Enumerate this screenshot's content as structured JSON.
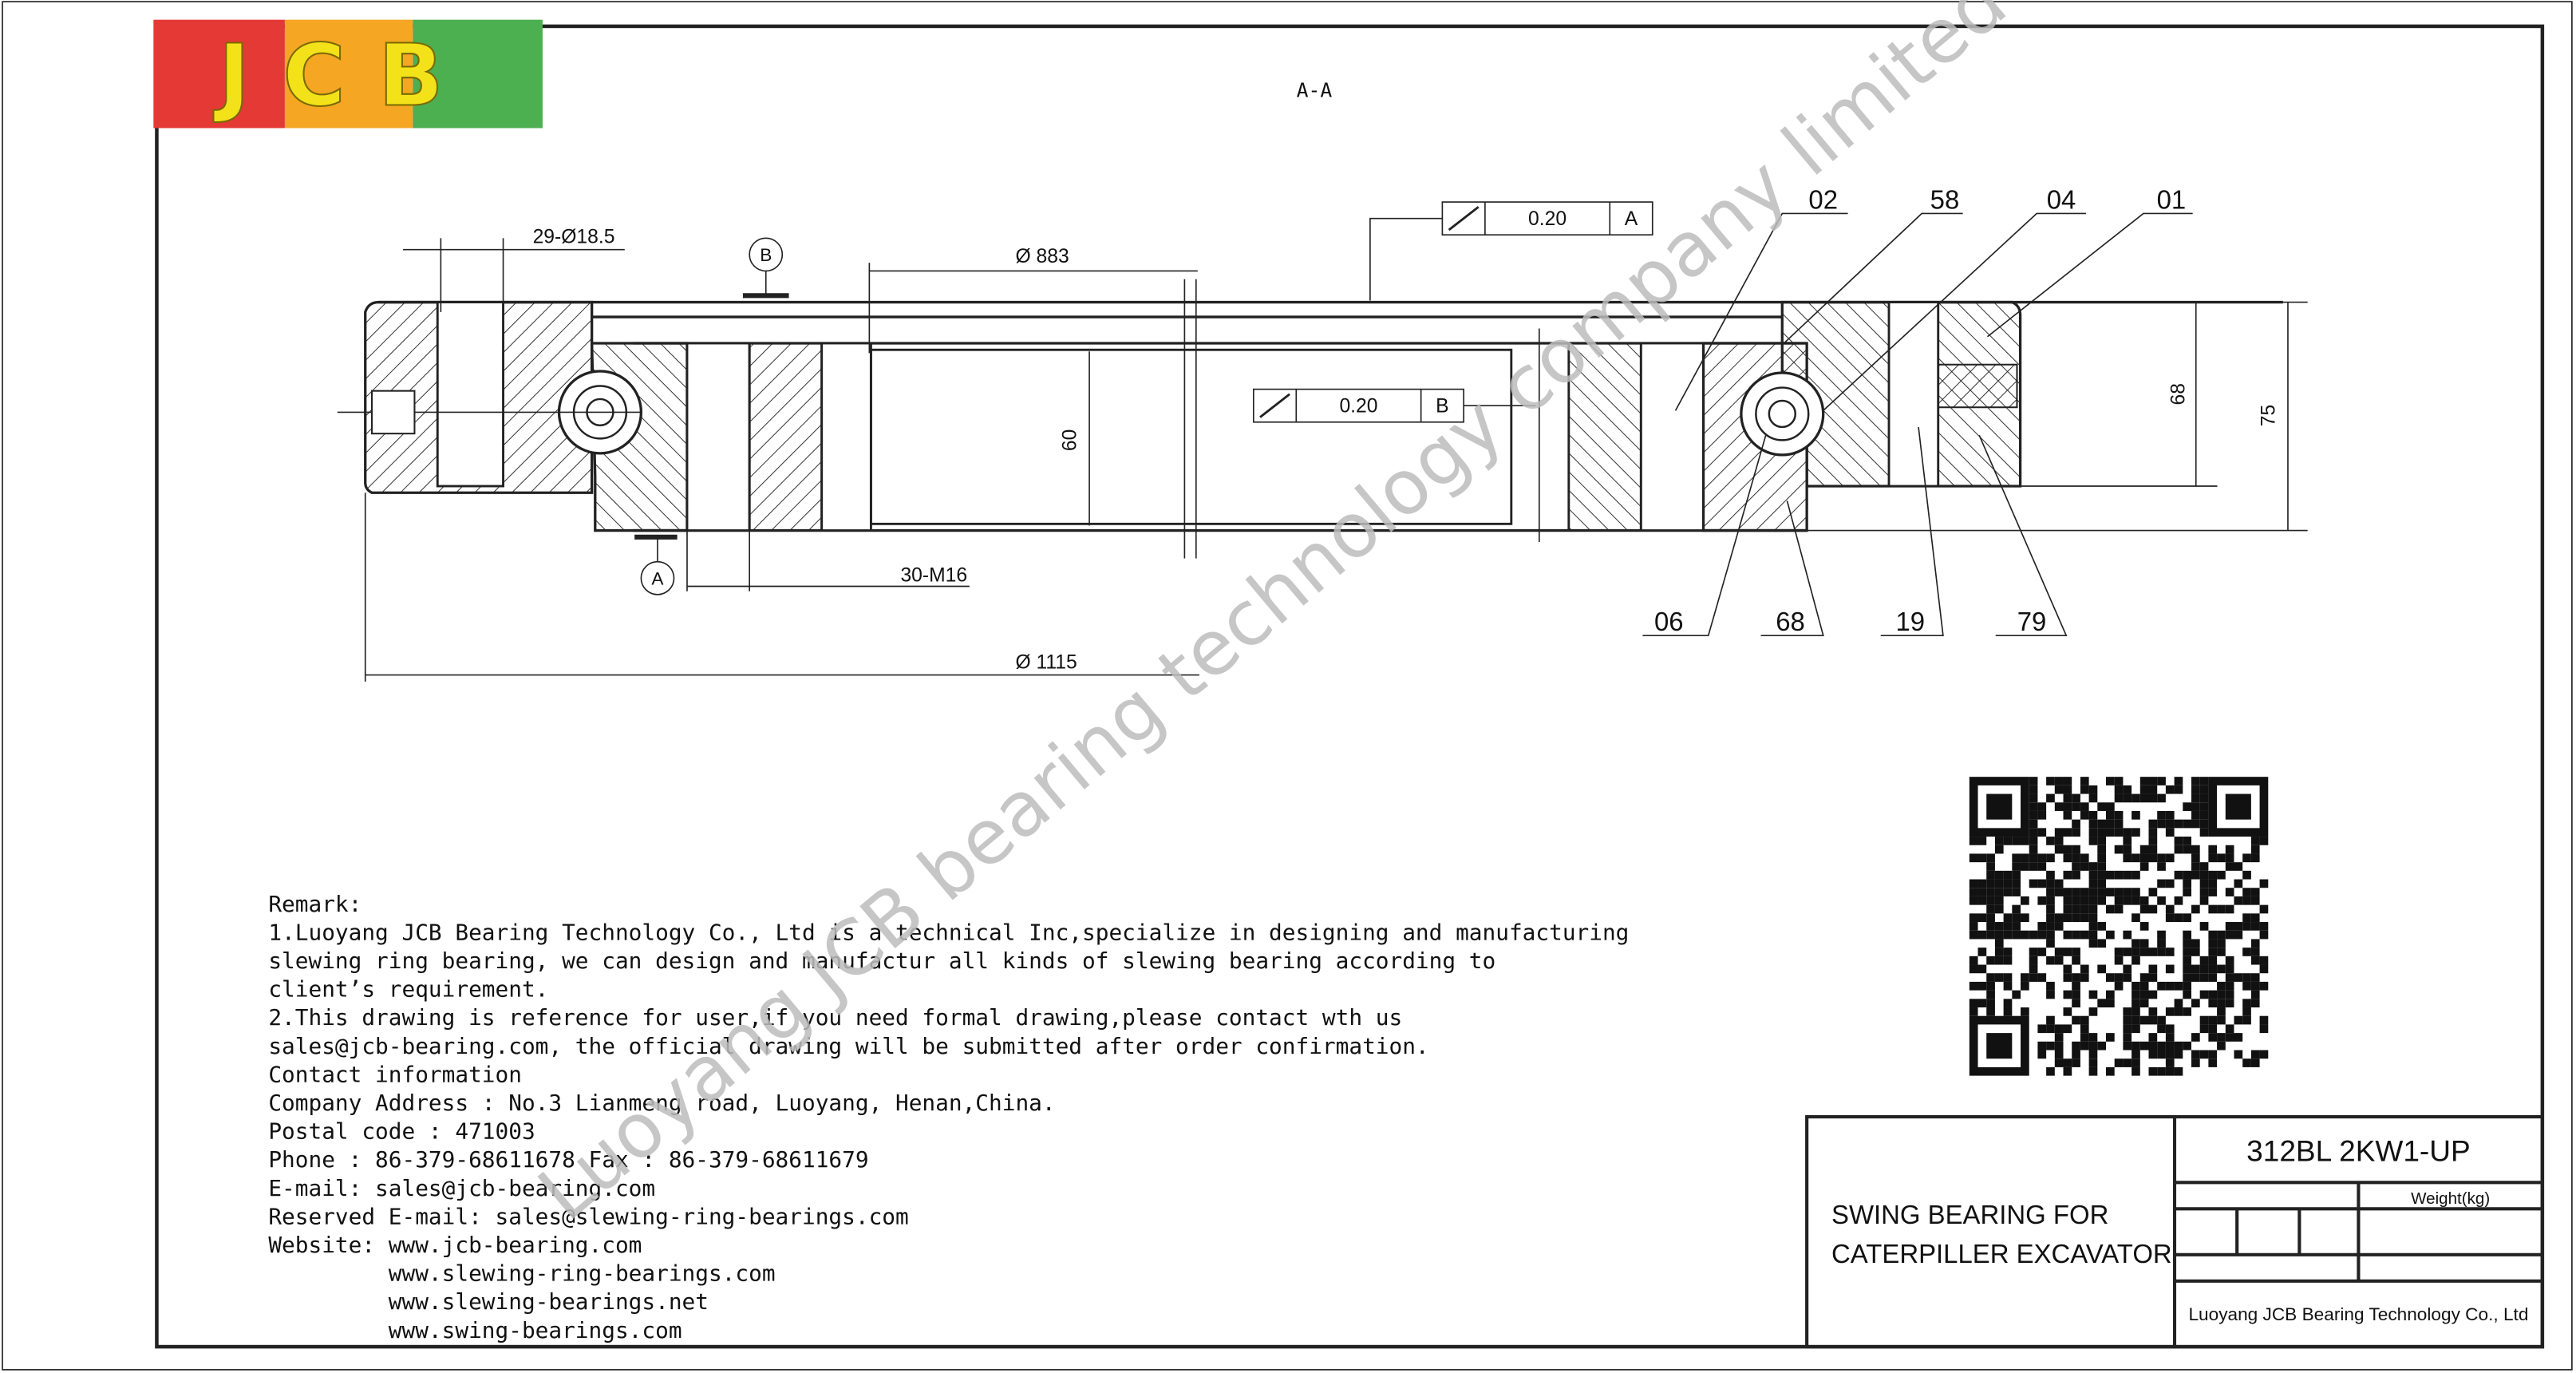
{
  "logo": {
    "text": "JCB",
    "colors": [
      "#e53935",
      "#f5a623",
      "#4caf50"
    ],
    "letter_color": "#f3e21a"
  },
  "section_label": "A-A",
  "dimensions": {
    "holes": "29-Ø18.5",
    "inner_dia": "Ø 883",
    "outer_dia": "Ø 1115",
    "threads": "30-M16",
    "height_inner": "60",
    "height_68": "68",
    "height_75": "75"
  },
  "datums": {
    "a": "A",
    "b": "B"
  },
  "tolerances": [
    {
      "value": "0.20",
      "datum": "A"
    },
    {
      "value": "0.20",
      "datum": "B"
    }
  ],
  "part_numbers": [
    "02",
    "58",
    "04",
    "01",
    "06",
    "68",
    "19",
    "79"
  ],
  "watermark": "Luoyang JCB bearing technology company limited",
  "remarks": [
    "Remark:",
    "1.Luoyang JCB Bearing Technology Co., Ltd is a technical Inc,specialize in designing and manufacturing",
    "slewing ring bearing, we can design and manufactur all kinds of slewing bearing according to",
    "client’s requirement.",
    "2.This drawing is reference for user,if you need formal drawing,please contact wth us",
    "sales@jcb-bearing.com, the official drawing will be submitted after order confirmation.",
    "Contact information",
    "Company Address : No.3 Lianmeng road, Luoyang, Henan,China.",
    "Postal code : 471003",
    "Phone : 86-379-68611678 Fax : 86-379-68611679",
    "E-mail: sales@jcb-bearing.com",
    "Reserved E-mail: sales@slewing-ring-bearings.com",
    "Website: www.jcb-bearing.com",
    "         www.slewing-ring-bearings.com",
    "         www.slewing-bearings.net",
    "         www.swing-bearings.com"
  ],
  "title_block": {
    "description_line1": "SWING BEARING FOR",
    "description_line2": "CATERPILLER EXCAVATOR",
    "model": "312BL 2KW1-UP",
    "weight_label": "Weight(kg)",
    "company": "Luoyang JCB Bearing Technology Co., Ltd"
  }
}
